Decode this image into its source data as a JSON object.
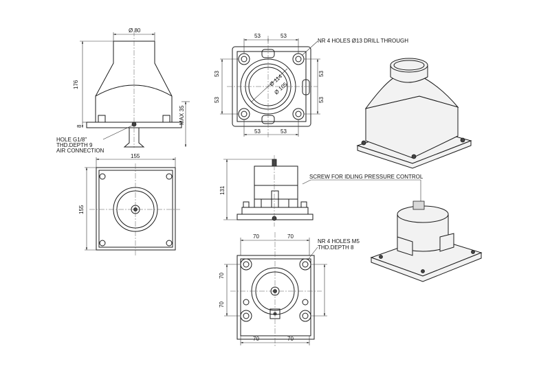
{
  "views": {
    "front_elevation": {
      "dim_diameter": "Ø 80",
      "dim_height": "176",
      "dim_max": "MAX 35",
      "dim_small": "8",
      "note_lines": [
        "HOLE G1/8\"",
        "THD.DEPTH 9",
        "AIR CONNECTION"
      ]
    },
    "top_plan": {
      "dim_top_left": "53",
      "dim_top_right": "53",
      "dim_left_top": "53",
      "dim_left_bottom": "53",
      "dim_right_top": "53",
      "dim_right_bottom": "53",
      "dim_bottom_left": "53",
      "dim_bottom_right": "53",
      "dim_diam_outer": "Ø 114",
      "dim_diam_inner": "Ø 105",
      "note": "NR 4 HOLES Ø13 DRILL THROUGH"
    },
    "base_plan": {
      "dim_width": "155",
      "dim_height": "155"
    },
    "side_elevation": {
      "dim_height": "131",
      "note": "SCREW FOR IDLING PRESSURE CONTROL"
    },
    "bottom_plan": {
      "dim_top_left": "70",
      "dim_top_right": "70",
      "dim_left_top": "70",
      "dim_left_bottom": "70",
      "dim_bottom_left": "70",
      "dim_bottom_right": "70",
      "note_lines": [
        "NR 4 HOLES M5",
        "THD.DEPTH 8"
      ]
    }
  }
}
